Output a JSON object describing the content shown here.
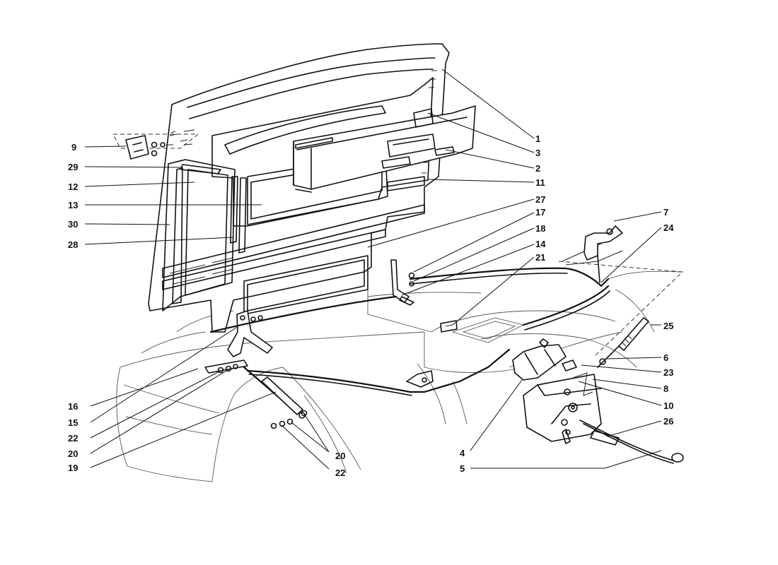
{
  "diagram": {
    "callouts": [
      {
        "id": "c1",
        "label": "1"
      },
      {
        "id": "c2",
        "label": "2"
      },
      {
        "id": "c3",
        "label": "3"
      },
      {
        "id": "c4",
        "label": "4"
      },
      {
        "id": "c5",
        "label": "5"
      },
      {
        "id": "c6",
        "label": "6"
      },
      {
        "id": "c7",
        "label": "7"
      },
      {
        "id": "c8",
        "label": "8"
      },
      {
        "id": "c9",
        "label": "9"
      },
      {
        "id": "c10",
        "label": "10"
      },
      {
        "id": "c11",
        "label": "11"
      },
      {
        "id": "c12",
        "label": "12"
      },
      {
        "id": "c13",
        "label": "13"
      },
      {
        "id": "c14",
        "label": "14"
      },
      {
        "id": "c15",
        "label": "15"
      },
      {
        "id": "c16",
        "label": "16"
      },
      {
        "id": "c17",
        "label": "17"
      },
      {
        "id": "c18",
        "label": "18"
      },
      {
        "id": "c19",
        "label": "19"
      },
      {
        "id": "c20a",
        "label": "20"
      },
      {
        "id": "c20b",
        "label": "20"
      },
      {
        "id": "c21",
        "label": "21"
      },
      {
        "id": "c22a",
        "label": "22"
      },
      {
        "id": "c22b",
        "label": "22"
      },
      {
        "id": "c23",
        "label": "23"
      },
      {
        "id": "c24",
        "label": "24"
      },
      {
        "id": "c25",
        "label": "25"
      },
      {
        "id": "c26",
        "label": "26"
      },
      {
        "id": "c27",
        "label": "27"
      },
      {
        "id": "c28",
        "label": "28"
      },
      {
        "id": "c29",
        "label": "29"
      },
      {
        "id": "c30",
        "label": "30"
      }
    ]
  }
}
